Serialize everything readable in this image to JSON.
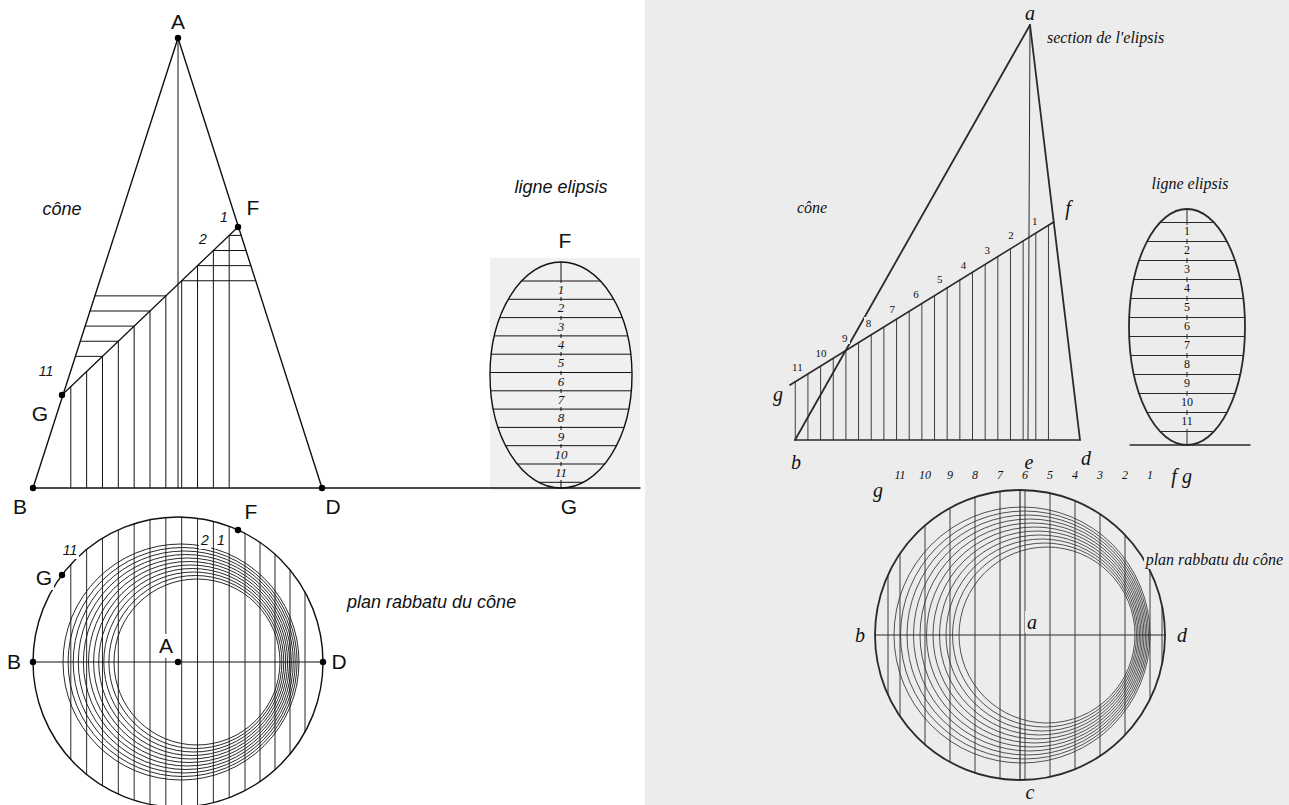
{
  "diagram": {
    "labels": [
      "A",
      "cône",
      "F",
      "1",
      "2",
      "11",
      "G",
      "B",
      "D",
      "ligne elipsis",
      "F",
      "1",
      "2",
      "3",
      "4",
      "5",
      "6",
      "7",
      "8",
      "9",
      "10",
      "11",
      "G",
      "G",
      "11",
      "2",
      "1",
      "F",
      "B",
      "A",
      "D",
      "plan rabbatu du cône",
      "section de l'elipsis",
      "a",
      "cône",
      "ligne elipsis",
      "f",
      "1",
      "2",
      "3",
      "4",
      "5",
      "6",
      "7",
      "8",
      "9",
      "10",
      "11",
      "g",
      "b",
      "e",
      "d",
      "1",
      "2",
      "3",
      "4",
      "5",
      "6",
      "7",
      "8",
      "9",
      "10",
      "11",
      "g",
      "plan rabbatu du cône",
      "g",
      "11",
      "10",
      "9",
      "8",
      "7",
      "6",
      "5",
      "4",
      "3",
      "2",
      "1",
      "f",
      "b",
      "a",
      "d",
      "c"
    ]
  }
}
